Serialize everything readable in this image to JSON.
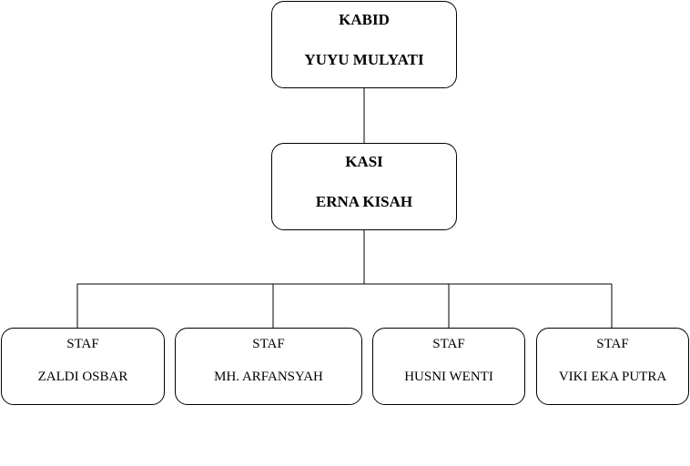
{
  "kabid": {
    "role": "KABID",
    "name": "YUYU MULYATI"
  },
  "kasi": {
    "role": "KASI",
    "name": "ERNA KISAH"
  },
  "staff": [
    {
      "role": "STAF",
      "name": "ZALDI OSBAR"
    },
    {
      "role": "STAF",
      "name": "MH. ARFANSYAH"
    },
    {
      "role": "STAF",
      "name": "HUSNI WENTI"
    },
    {
      "role": "STAF",
      "name": "VIKI EKA PUTRA"
    }
  ]
}
